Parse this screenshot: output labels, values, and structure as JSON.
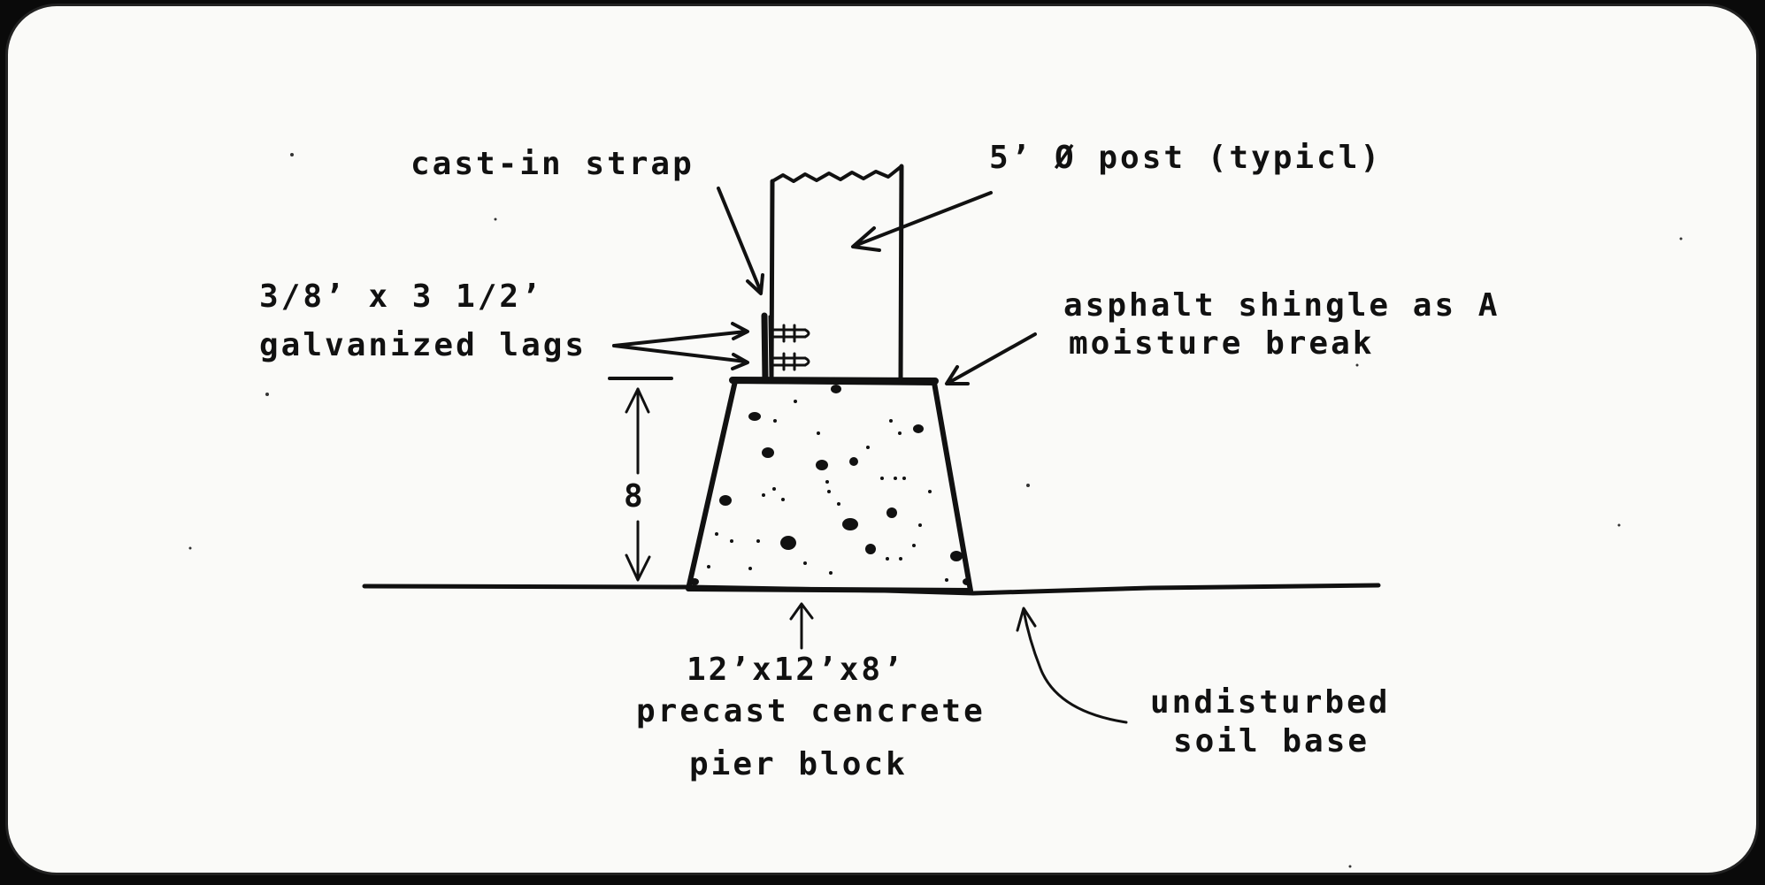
{
  "labels": {
    "cast_in_strap": "cast-in strap",
    "post": "5’ Ø post (typicl)",
    "lags_line1": "3/8’ x 3 1/2’",
    "lags_line2": "galvanized lags",
    "shingle_line1": "asphalt shingle as A",
    "shingle_line2": "moisture break",
    "height_dim": "8",
    "block_line1": "12’x12’x8’",
    "block_line2": "precast cencrete",
    "block_line3": "pier block",
    "soil_line1": "undisturbed",
    "soil_line2": "soil base"
  }
}
